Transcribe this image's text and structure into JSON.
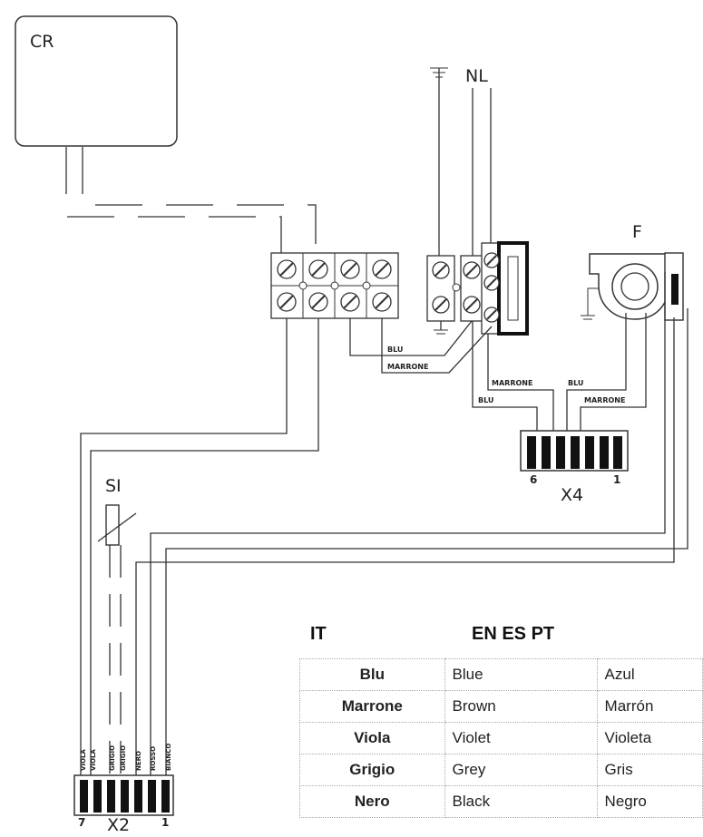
{
  "diagram": {
    "labels": {
      "cr": "CR",
      "ground_symbol": "⏚",
      "nl": "NL",
      "f": "F",
      "si": "SI",
      "x4": "X4",
      "x2": "X2",
      "x4_pin_left": "6",
      "x4_pin_right": "1",
      "x2_pin_left": "7",
      "x2_pin_right": "1"
    },
    "wire_labels": {
      "blu_1": "BLU",
      "marrone_1": "MARRONE",
      "marrone_2": "MARRONE",
      "blu_2": "BLU",
      "blu_3": "BLU",
      "marrone_3": "MARRONE"
    },
    "x2_wires": [
      "VIOLA",
      "VIOLA",
      "GRIGIO",
      "GRIGIO",
      "NERO",
      "ROSSO",
      "BIANCO"
    ]
  },
  "legend": {
    "header_it": "IT",
    "header_langs": "EN ES PT",
    "rows": [
      {
        "it": "Blu",
        "en": "Blue",
        "es": "Azul"
      },
      {
        "it": "Marrone",
        "en": "Brown",
        "es": "Marrón"
      },
      {
        "it": "Viola",
        "en": "Violet",
        "es": "Violeta"
      },
      {
        "it": "Grigio",
        "en": "Grey",
        "es": "Gris"
      },
      {
        "it": "Nero",
        "en": "Black",
        "es": "Negro"
      }
    ]
  }
}
